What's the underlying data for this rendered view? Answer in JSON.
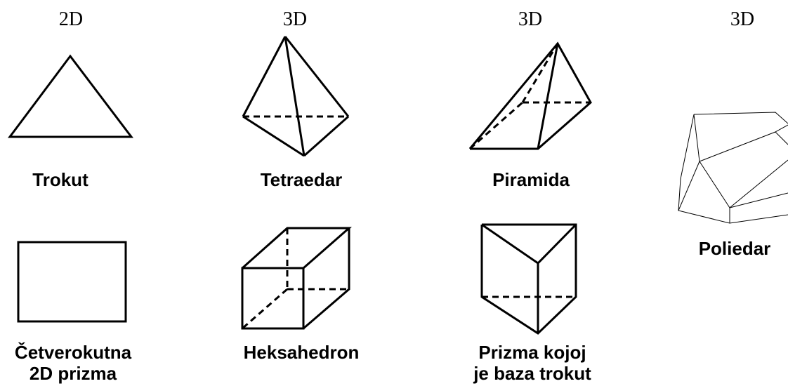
{
  "headers": [
    "2D",
    "3D",
    "3D",
    "3D"
  ],
  "labels": {
    "trokut": "Trokut",
    "tetraedar": "Tetraedar",
    "piramida": "Piramida",
    "poliedar": "Poliedar",
    "cetverokutna_line1": "Četverokutna",
    "cetverokutna_line2": "2D prizma",
    "heksahedron": "Heksahedron",
    "prizma_line1": "Prizma kojoj",
    "prizma_line2": "je baza trokut"
  }
}
